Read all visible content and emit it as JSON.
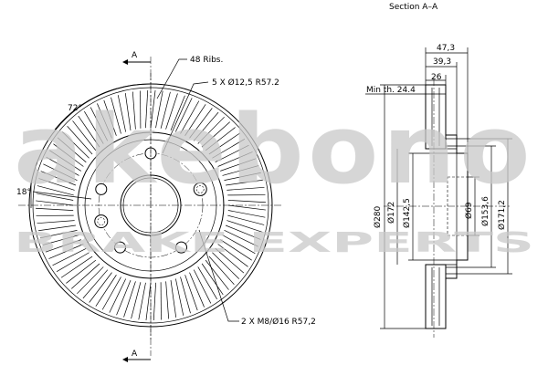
{
  "section_title": "Section A–A",
  "section_marker": "A",
  "labels": {
    "ribs": "48 Ribs.",
    "bolt_holes": "5 X Ø12,5   R57.2",
    "threaded_holes": "2 X M8/Ø16   R57,2",
    "angle_72": "72°",
    "angle_18": "18°",
    "min_thickness": "Min th. 24.4"
  },
  "dimensions": {
    "width_total": "47,3",
    "width_hat": "39,3",
    "width_disc": "26",
    "d280": "Ø280",
    "d172": "Ø172",
    "d142_5": "Ø142,5",
    "d69": "Ø69",
    "d153_6": "Ø153,6",
    "d171_2": "Ø171,2"
  },
  "watermark": {
    "brand": "akebono",
    "tagline": "BRAKE EXPERTS"
  }
}
